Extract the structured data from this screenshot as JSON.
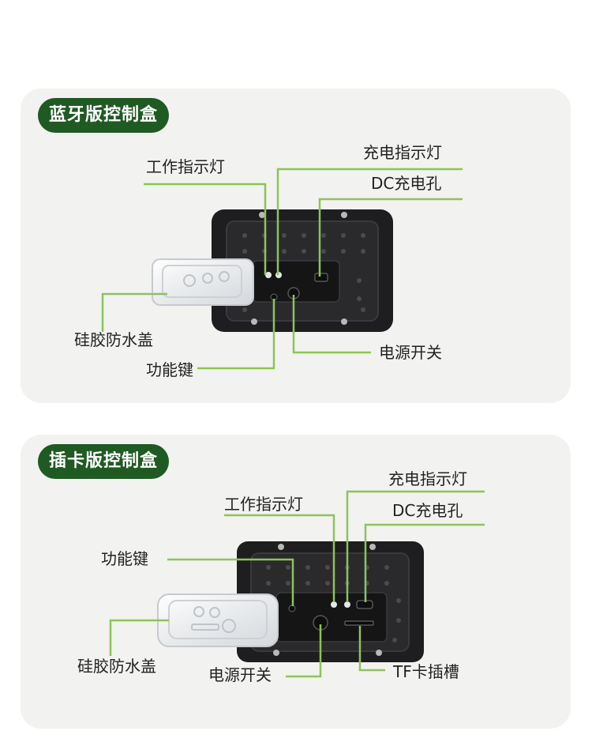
{
  "colors": {
    "accent_green": "#8dc35a",
    "title_bg": "#1f5a22",
    "device": "#1e1e20"
  },
  "bluetooth": {
    "title": "蓝牙版控制盒",
    "labels": {
      "work_light": "工作指示灯",
      "charge_light": "充电指示灯",
      "dc_port": "DC充电孔",
      "silicone_cover": "硅胶防水盖",
      "function_key": "功能键",
      "power_switch": "电源开关"
    }
  },
  "card": {
    "title": "插卡版控制盒",
    "labels": {
      "charge_light": "充电指示灯",
      "work_light": "工作指示灯",
      "dc_port": "DC充电孔",
      "function_key": "功能键",
      "silicone_cover": "硅胶防水盖",
      "power_switch": "电源开关",
      "tf_slot": "TF卡插槽"
    }
  }
}
